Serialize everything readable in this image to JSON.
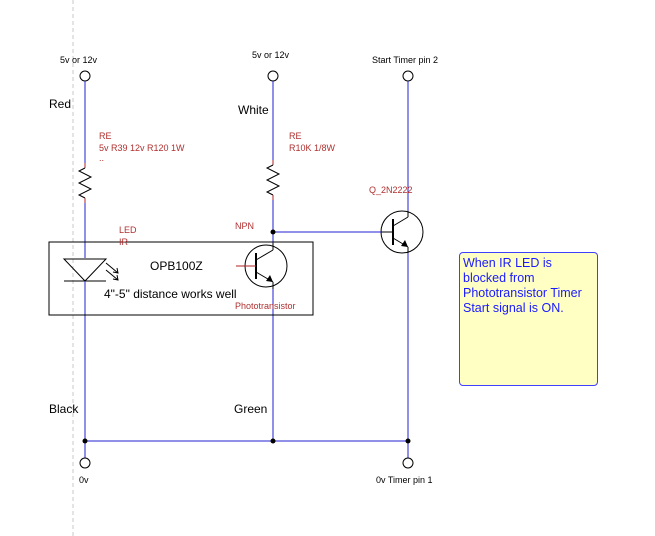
{
  "colors": {
    "wire": "#2020d0",
    "resistor_lead": "#b02020",
    "component": "#000000",
    "component_label": "#b03030",
    "note_background": "#ffffc4",
    "note_text": "#1a1aff"
  },
  "terminals": {
    "left_top": "5v or 12v",
    "middle_top": "5v or 12v",
    "right_top": "Start Timer pin 2",
    "left_bottom": "0v",
    "right_bottom": "0v Timer pin 1"
  },
  "wire_labels": {
    "red": "Red",
    "white": "White",
    "black": "Black",
    "green": "Green"
  },
  "resistor_left": {
    "ref": "RE",
    "value": "5v R39 12v R120 1W",
    "extra": ".."
  },
  "resistor_middle": {
    "ref": "RE",
    "value": "R10K 1/8W"
  },
  "led": {
    "line1": "LED",
    "line2": "IR"
  },
  "sensor": {
    "part": "OPB100Z",
    "distance_note": "4\"-5\" distance works well",
    "phototransistor_label": "Phototransistor",
    "npn_label": "NPN"
  },
  "transistor": {
    "ref": "Q_2N2222"
  },
  "note_text": "When IR LED is blocked from Phototransistor Timer Start signal is ON."
}
